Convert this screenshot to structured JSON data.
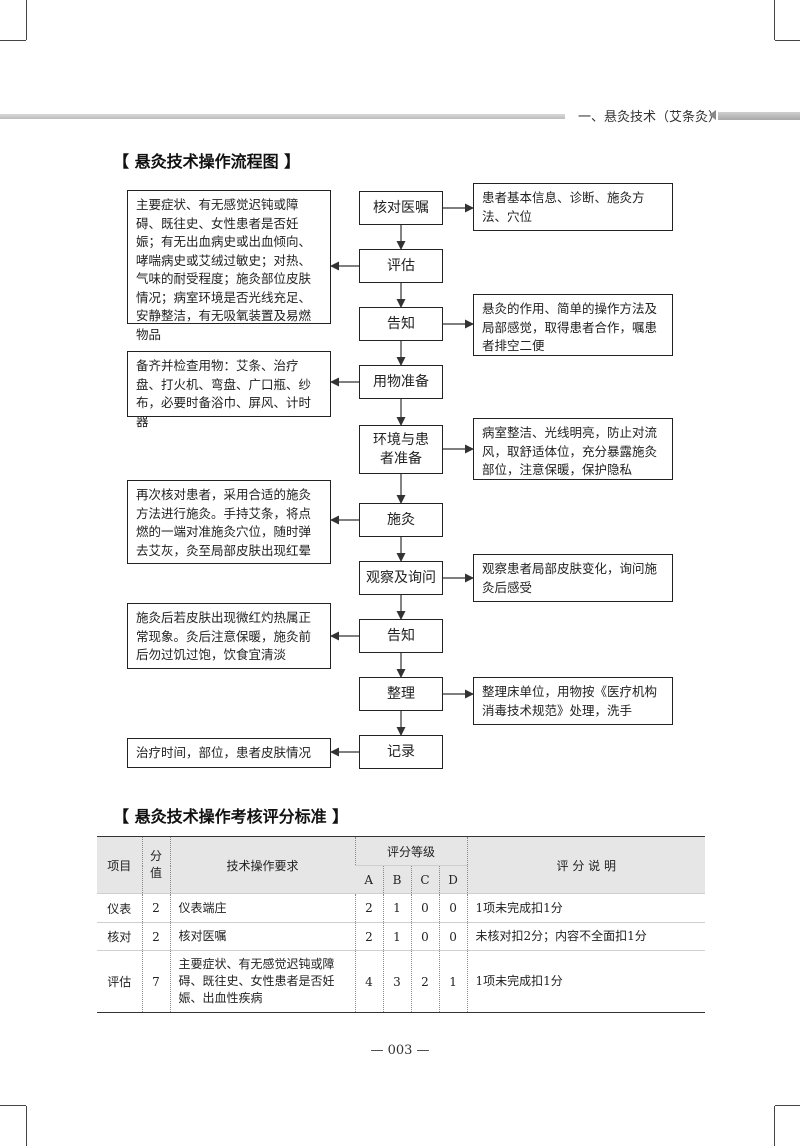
{
  "header": {
    "chapter_title": "一、悬灸技术（艾条灸）"
  },
  "flow_section": {
    "title": "【 悬灸技术操作流程图 】"
  },
  "flow": {
    "steps": [
      "核对医嘱",
      "评估",
      "告知",
      "用物准备",
      "环境与患者准备",
      "施灸",
      "观察及询问",
      "告知",
      "整理",
      "记录"
    ],
    "left_notes": [
      "主要症状、有无感觉迟钝或障碍、既往史、女性患者是否妊娠；有无出血病史或出血倾向、哮喘病史或艾绒过敏史；对热、气味的耐受程度；施灸部位皮肤情况；病室环境是否光线充足、安静整洁，有无吸氧装置及易燃物品",
      "备齐并检查用物：艾条、治疗盘、打火机、弯盘、广口瓶、纱布，必要时备浴巾、屏风、计时器",
      "再次核对患者，采用合适的施灸方法进行施灸。手持艾条，将点燃的一端对准施灸穴位，随时弹去艾灰，灸至局部皮肤出现红晕",
      "施灸后若皮肤出现微红灼热属正常现象。灸后注意保暖，施灸前后勿过饥过饱，饮食宜清淡",
      "治疗时间，部位，患者皮肤情况"
    ],
    "right_notes": [
      "患者基本信息、诊断、施灸方法、穴位",
      "悬灸的作用、简单的操作方法及局部感觉，取得患者合作，嘱患者排空二便",
      "病室整洁、光线明亮，防止对流风，取舒适体位，充分暴露施灸部位，注意保暖，保护隐私",
      "观察患者局部皮肤变化，询问施灸后感受",
      "整理床单位，用物按《医疗机构消毒技术规范》处理，洗手"
    ]
  },
  "score_section": {
    "title": "【 悬灸技术操作考核评分标准 】"
  },
  "score_table": {
    "headers": {
      "item": "项目",
      "points": "分值",
      "requirement": "技术操作要求",
      "grade": "评分等级",
      "grades": [
        "A",
        "B",
        "C",
        "D"
      ],
      "explanation": "评 分 说 明"
    },
    "rows": [
      {
        "item": "仪表",
        "points": "2",
        "requirement": "仪表端庄",
        "grades": [
          "2",
          "1",
          "0",
          "0"
        ],
        "explanation": "1项未完成扣1分"
      },
      {
        "item": "核对",
        "points": "2",
        "requirement": "核对医嘱",
        "grades": [
          "2",
          "1",
          "0",
          "0"
        ],
        "explanation": "未核对扣2分；内容不全面扣1分"
      },
      {
        "item": "评估",
        "points": "7",
        "requirement": "主要症状、有无感觉迟钝或障碍、既往史、女性患者是否妊娠、出血性疾病",
        "grades": [
          "4",
          "3",
          "2",
          "1"
        ],
        "explanation": "1项未完成扣1分"
      }
    ]
  },
  "footer": {
    "page_number": "— 003 —"
  }
}
